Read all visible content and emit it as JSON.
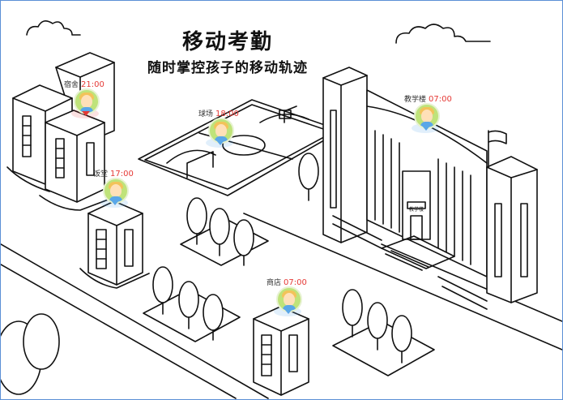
{
  "header": {
    "title": "移动考勤",
    "subtitle": "随时掌控孩子的移动轨迹"
  },
  "school_sign": "教学楼",
  "colors": {
    "time": "#e53935",
    "avatar_bg": "#bfe37a",
    "frame_border": "#5b8fd6"
  },
  "pins": [
    {
      "place": "宿舍",
      "time": "21:00",
      "marker": "red"
    },
    {
      "place": "球场",
      "time": "18:00",
      "marker": "blue"
    },
    {
      "place": "饭堂",
      "time": "17:00",
      "marker": "blue"
    },
    {
      "place": "教学楼",
      "time": "07:00",
      "marker": "blue"
    },
    {
      "place": "商店",
      "time": "07:00",
      "marker": "blue"
    }
  ]
}
